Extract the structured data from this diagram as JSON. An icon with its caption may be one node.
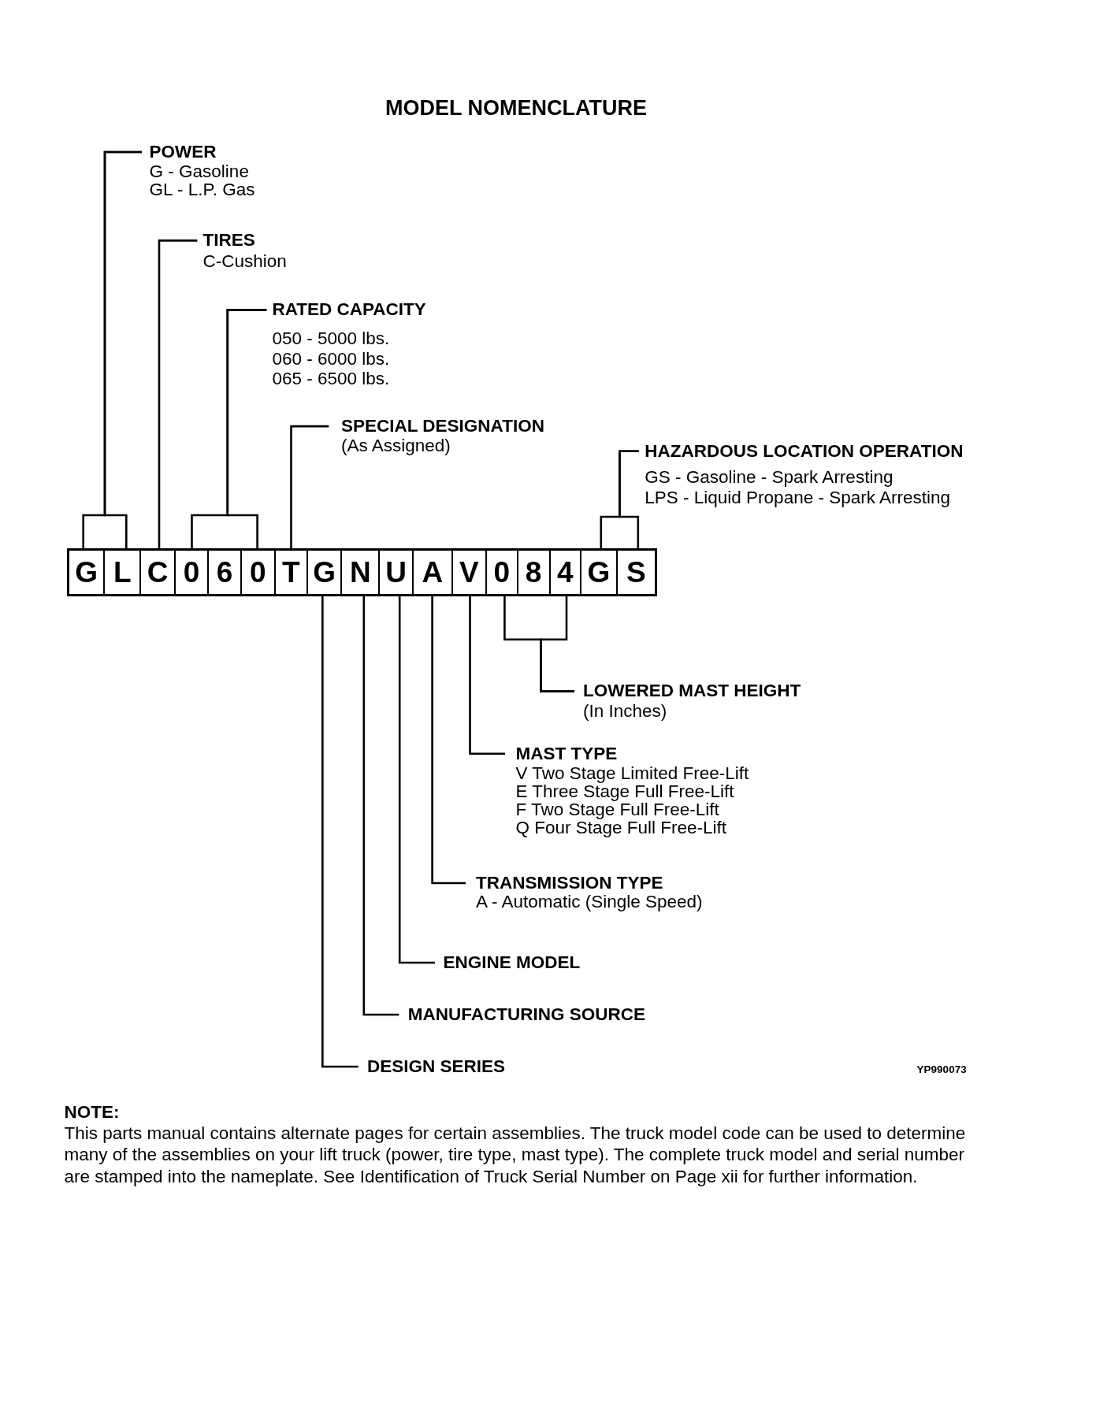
{
  "diagram": {
    "title": "MODEL NOMENCLATURE",
    "nodes": [
      {
        "text": [
          "POWER",
          "G - Gasoline",
          "GL - L.P. Gas"
        ]
      },
      {
        "text": [
          "TIRES",
          "C-Cushion"
        ]
      },
      {
        "text": [
          "RATED CAPACITY",
          "050 - 5000 lbs.",
          "060 - 6000 lbs.",
          "065 - 6500 lbs."
        ]
      },
      {
        "text": [
          "SPECIAL DESIGNATION",
          "(As Assigned)"
        ]
      },
      {
        "text": [
          "HAZARDOUS LOCATION OPERATION",
          "GS - Gasoline - Spark Arresting",
          "LPS - Liquid Propane - Spark Arresting"
        ]
      },
      {
        "text": [],
        "shape": "box"
      },
      {
        "text": [
          "G"
        ],
        "in": 5
      },
      {
        "text": [
          "L"
        ],
        "in": 5
      },
      {
        "text": [
          "C"
        ],
        "in": 5
      },
      {
        "text": [
          "0"
        ],
        "in": 5
      },
      {
        "text": [
          "6"
        ],
        "in": 5
      },
      {
        "text": [
          "0"
        ],
        "in": 5
      },
      {
        "text": [
          "T"
        ],
        "in": 5
      },
      {
        "text": [
          "G"
        ],
        "in": 5
      },
      {
        "text": [
          "N"
        ],
        "in": 5
      },
      {
        "text": [
          "U"
        ],
        "in": 5
      },
      {
        "text": [
          "A"
        ],
        "in": 5
      },
      {
        "text": [
          "V"
        ],
        "in": 5
      },
      {
        "text": [
          "0"
        ],
        "in": 5
      },
      {
        "text": [
          "8"
        ],
        "in": 5
      },
      {
        "text": [
          "4"
        ],
        "in": 5
      },
      {
        "text": [
          "G"
        ],
        "in": 5
      },
      {
        "text": [
          "S"
        ],
        "in": 5
      },
      {
        "text": [
          "LOWERED MAST HEIGHT",
          "(In Inches)"
        ]
      },
      {
        "text": [
          "MAST TYPE",
          "V Two Stage Limited Free-Lift",
          "E Three Stage Full Free-Lift",
          "F Two Stage Full Free-Lift",
          "Q Four Stage Full Free-Lift"
        ]
      },
      {
        "text": [
          "TRANSMISSION TYPE",
          "A - Automatic (Single Speed)"
        ]
      },
      {
        "text": [
          "ENGINE MODEL"
        ]
      },
      {
        "text": [
          "MANUFACTURING SOURCE"
        ]
      },
      {
        "text": [
          "DESIGN SERIES"
        ]
      }
    ],
    "edges": [
      {
        "from": 0,
        "to": 6,
        "arrow": "none"
      },
      {
        "from": 0,
        "to": 7,
        "arrow": "none"
      },
      {
        "from": 1,
        "to": 8,
        "arrow": "none"
      },
      {
        "from": 2,
        "to": 9,
        "arrow": "none"
      },
      {
        "from": 2,
        "to": 11,
        "arrow": "none"
      },
      {
        "from": 3,
        "to": 12,
        "arrow": "none"
      },
      {
        "from": 4,
        "to": 21,
        "arrow": "none"
      },
      {
        "from": 4,
        "to": 22,
        "arrow": "none"
      },
      {
        "from": 23,
        "to": 18,
        "arrow": "none"
      },
      {
        "from": 23,
        "to": 20,
        "arrow": "none"
      },
      {
        "from": 24,
        "to": 17,
        "arrow": "none"
      },
      {
        "from": 25,
        "to": 16,
        "arrow": "none"
      },
      {
        "from": 26,
        "to": 15,
        "arrow": "none"
      },
      {
        "from": 27,
        "to": 14,
        "arrow": "none"
      },
      {
        "from": 28,
        "to": 13,
        "arrow": "none"
      }
    ],
    "labels": [
      "YP990073",
      "NOTE:",
      "This parts manual contains alternate pages for certain assemblies. The truck model code can be used to determine many of the assemblies on your lift truck (power, tire type, mast type). The complete truck model and serial number are stamped into the nameplate. See Identification of Truck Serial Number on Page xii for further information."
    ]
  }
}
